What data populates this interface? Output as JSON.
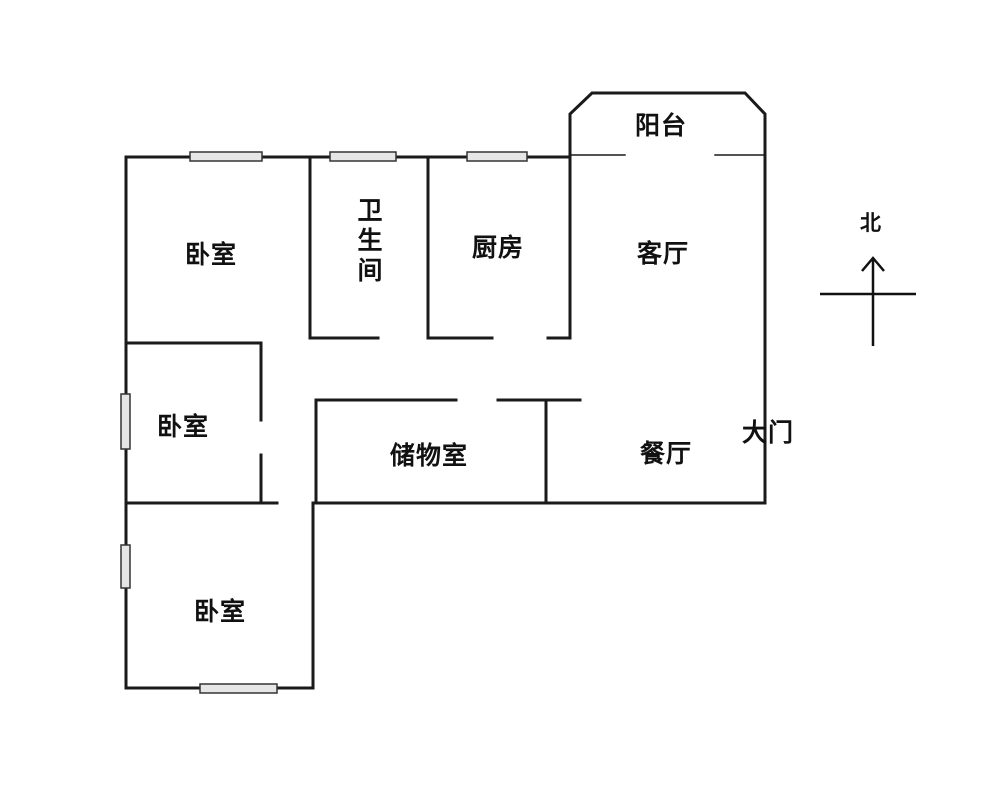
{
  "rooms": {
    "bedroom_top": "卧室",
    "bathroom_chars": [
      "卫",
      "生",
      "间"
    ],
    "kitchen": "厨房",
    "living_room": "客厅",
    "balcony": "阳台",
    "bedroom_middle": "卧室",
    "storage": "储物室",
    "dining_room": "餐厅",
    "bedroom_bottom": "卧室"
  },
  "entrance": "大门",
  "compass": {
    "north_label": "北"
  }
}
